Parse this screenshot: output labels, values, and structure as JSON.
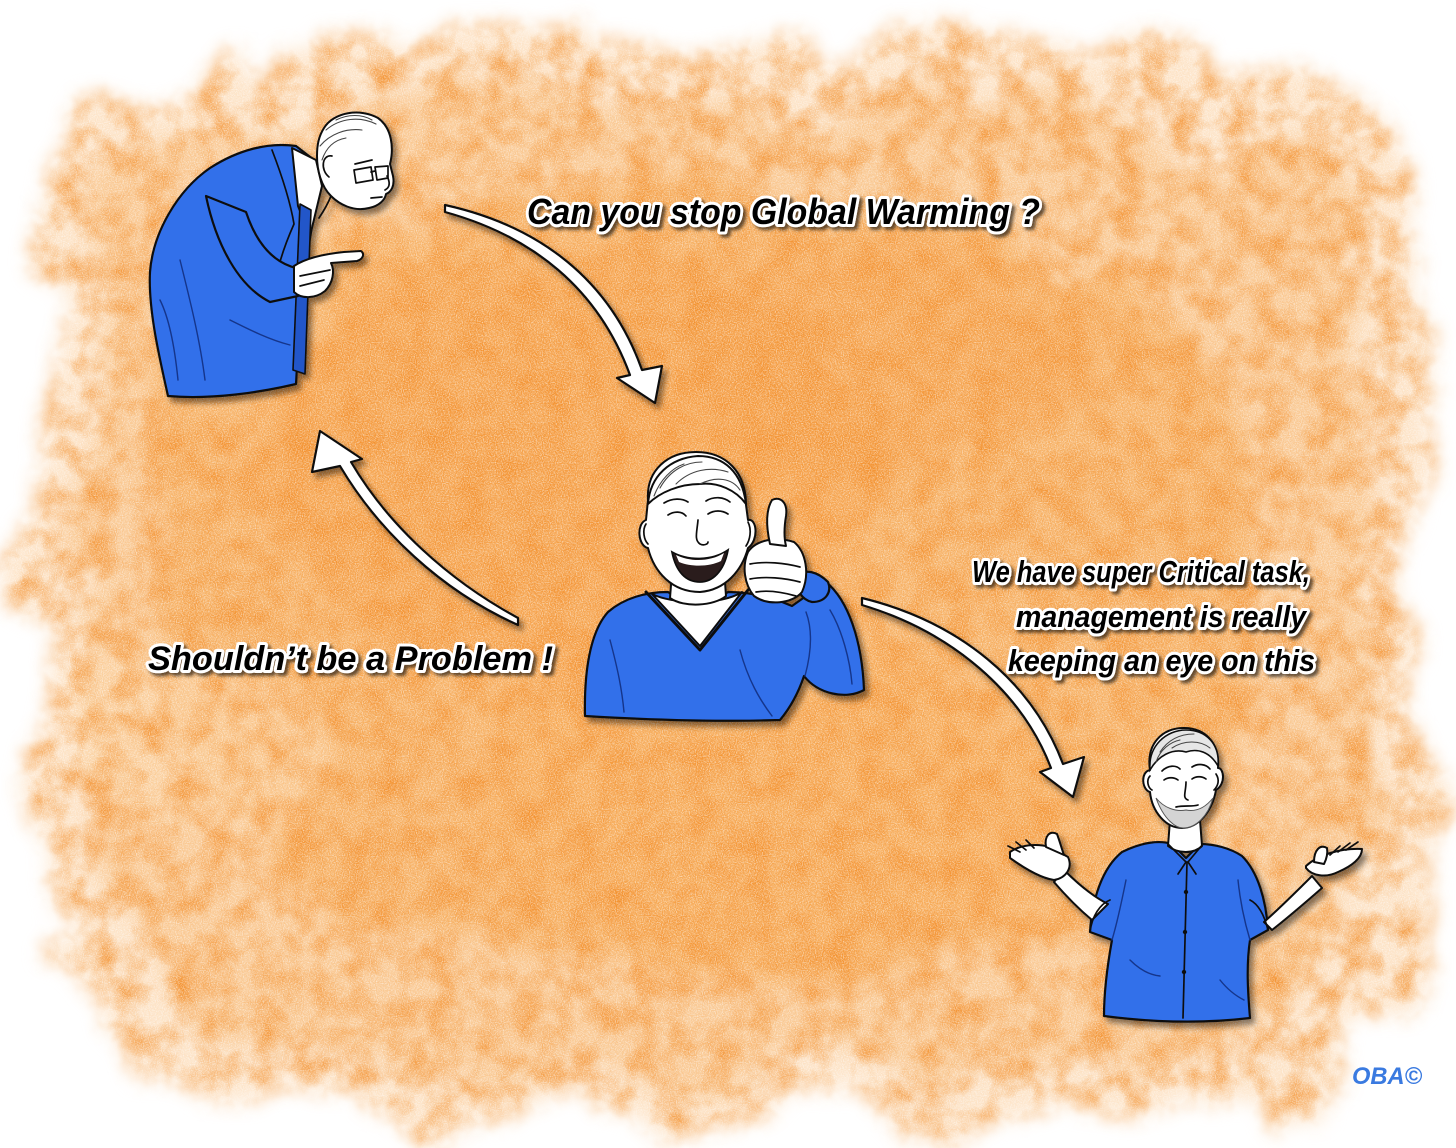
{
  "comic": {
    "question": "Can you stop Global Warming ?",
    "answer": "Shouldn’t be a Problem !",
    "delegation": [
      "We have super Critical task,",
      "management is really",
      "keeping an eye on this"
    ],
    "signature": "OBA©"
  },
  "colors": {
    "wash_orange": "#f5993a",
    "figure_blue": "#3070ea",
    "signature_blue": "#3a7ae0",
    "arrow_fill": "#ffffff",
    "text": "#000000",
    "text_outline": "#ffffff"
  }
}
